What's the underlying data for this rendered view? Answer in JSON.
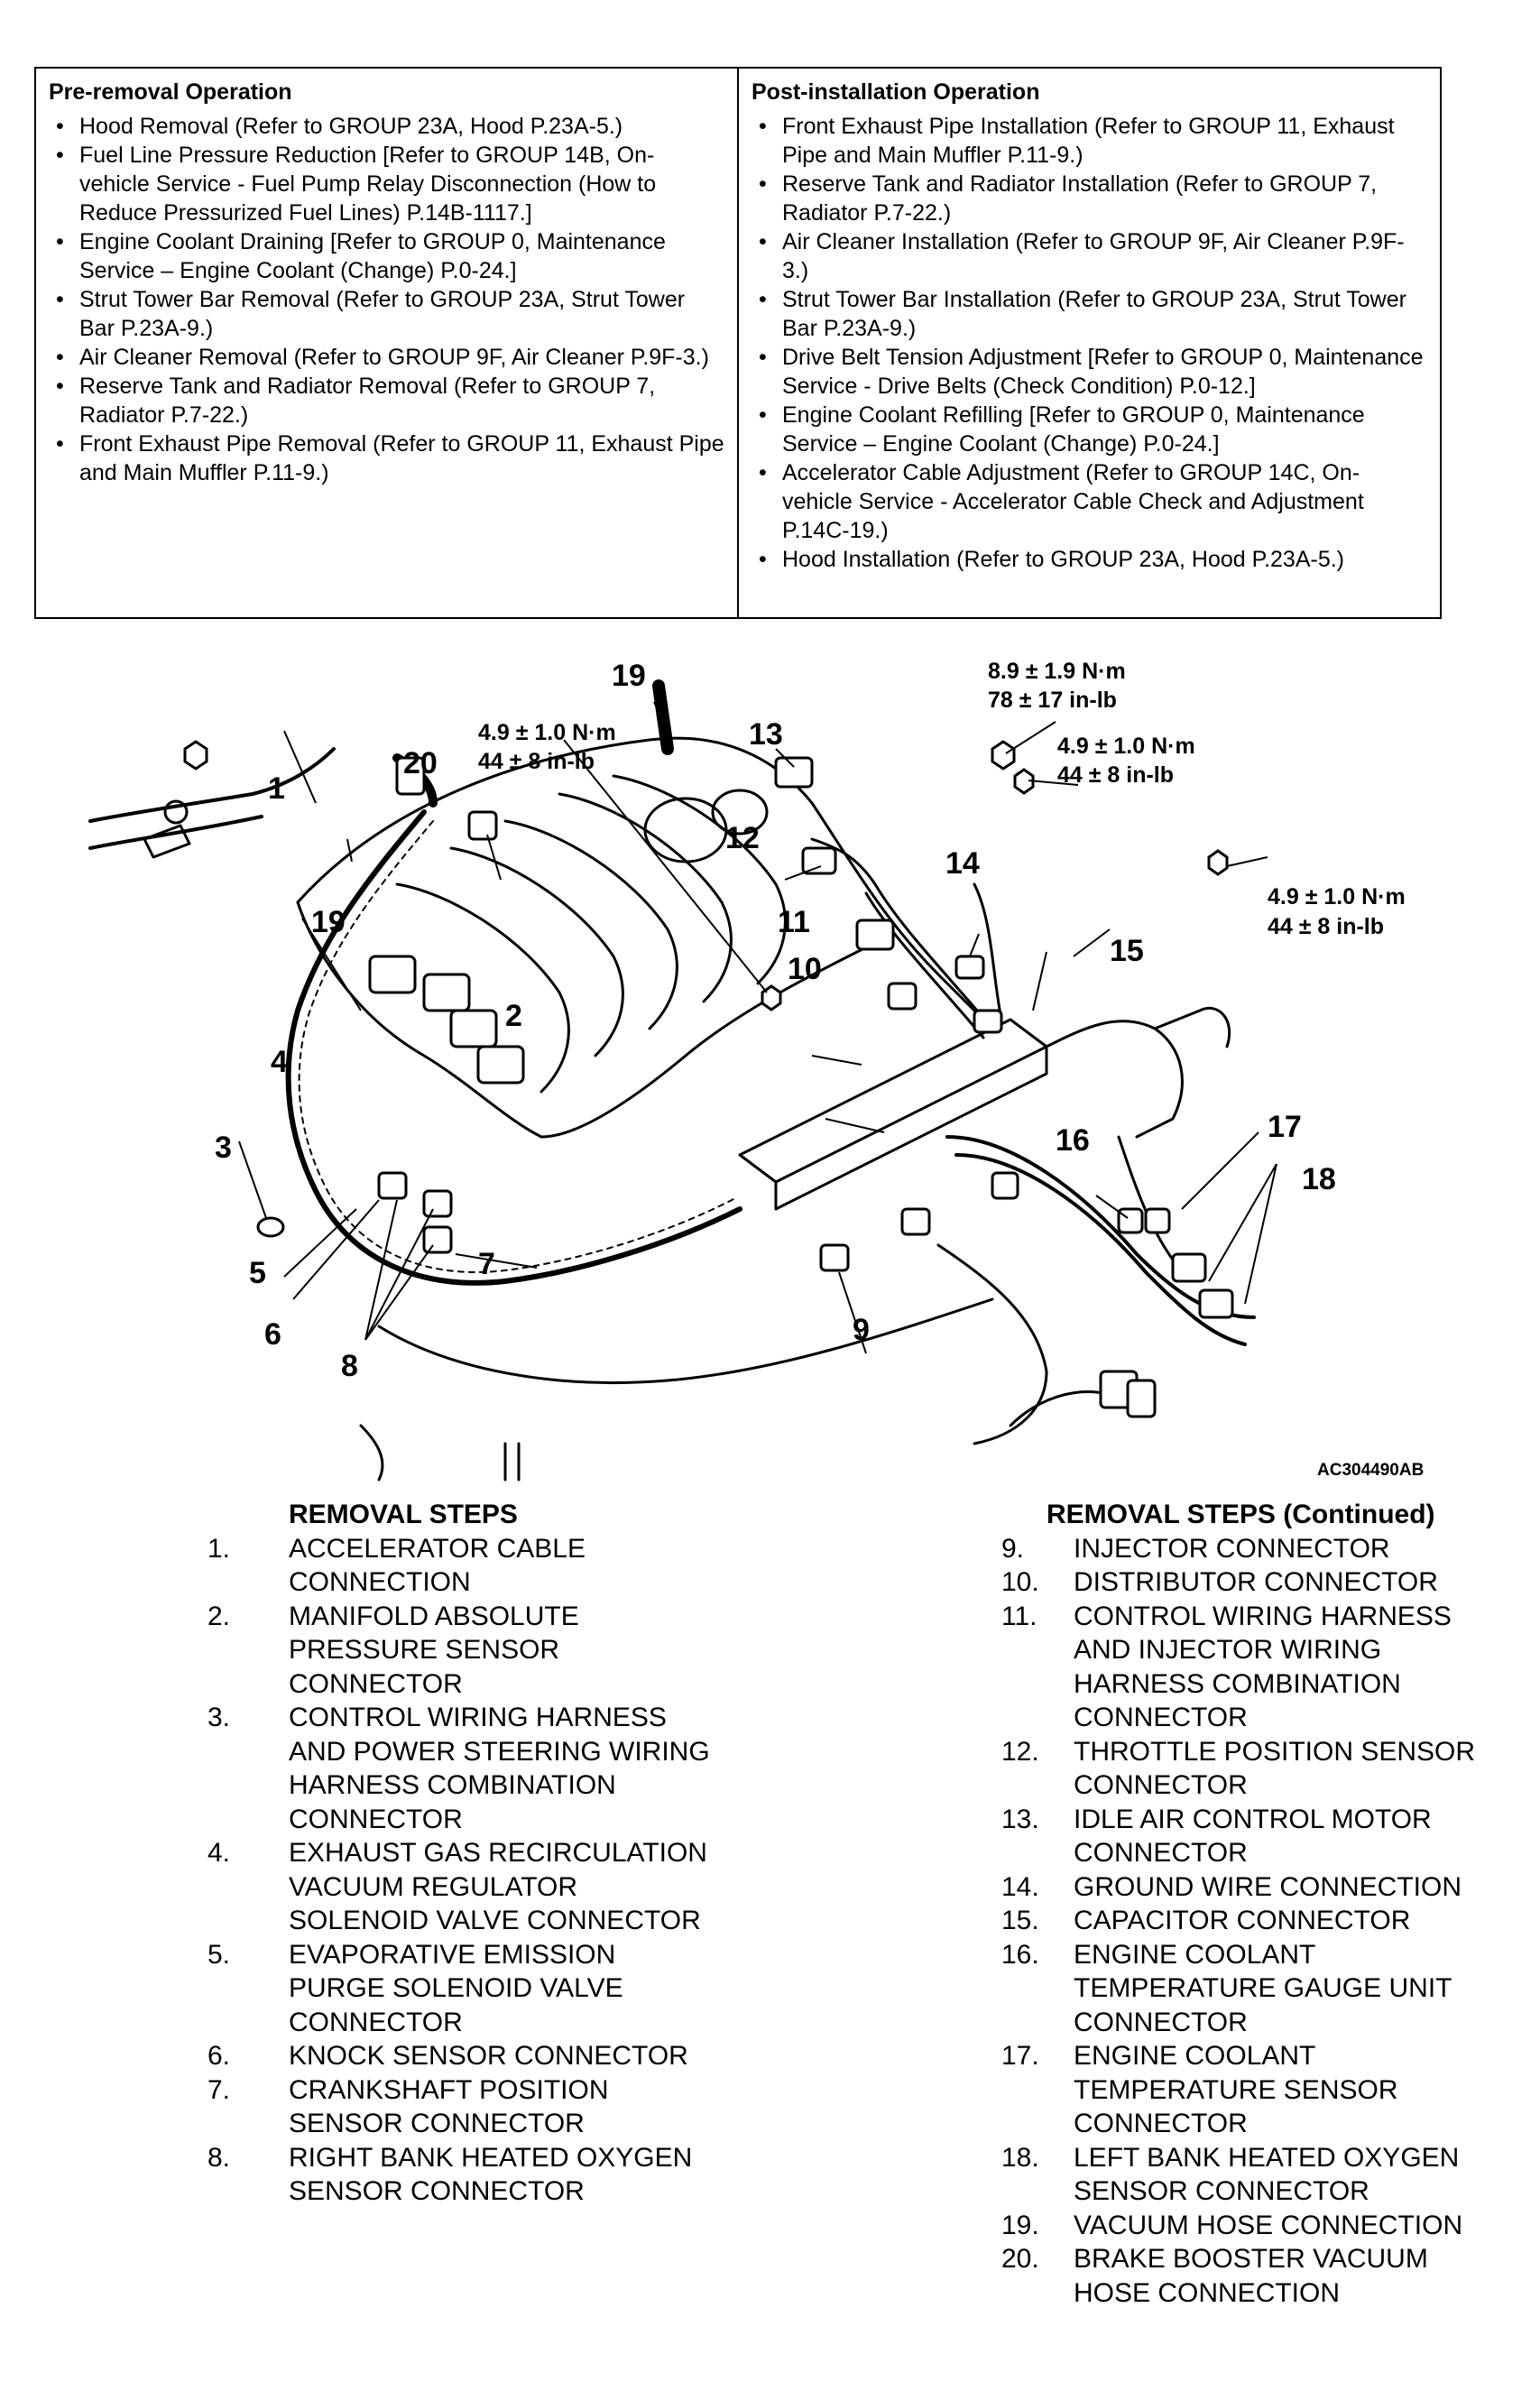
{
  "operations": {
    "pre": {
      "title": "Pre-removal Operation",
      "items": [
        "Hood Removal (Refer to GROUP 23A, Hood P.23A-5.)",
        "Fuel Line Pressure Reduction [Refer to GROUP 14B, On-vehicle Service - Fuel Pump Relay Disconnection (How to Reduce Pressurized Fuel Lines) P.14B-1117.]",
        "Engine Coolant Draining [Refer to GROUP 0, Maintenance Service – Engine Coolant (Change) P.0-24.]",
        "Strut Tower Bar Removal (Refer to GROUP 23A, Strut Tower Bar P.23A-9.)",
        "Air Cleaner Removal (Refer to GROUP 9F, Air Cleaner P.9F-3.)",
        "Reserve Tank and Radiator Removal (Refer to GROUP 7, Radiator P.7-22.)",
        "Front Exhaust Pipe Removal (Refer to GROUP 11, Exhaust Pipe and Main Muffler P.11-9.)"
      ]
    },
    "post": {
      "title": "Post-installation Operation",
      "items": [
        "Front Exhaust Pipe Installation (Refer to GROUP 11, Exhaust Pipe and Main Muffler P.11-9.)",
        "Reserve Tank and Radiator Installation (Refer to GROUP 7, Radiator P.7-22.)",
        "Air Cleaner Installation (Refer to GROUP 9F, Air Cleaner P.9F-3.)",
        "Strut Tower Bar Installation (Refer to GROUP 23A, Strut Tower Bar P.23A-9.)",
        "Drive Belt Tension Adjustment [Refer to GROUP 0, Maintenance Service - Drive Belts (Check Condition) P.0-12.]",
        "Engine Coolant Refilling [Refer to GROUP 0, Maintenance Service – Engine Coolant (Change) P.0-24.]",
        "Accelerator Cable Adjustment (Refer to GROUP 14C, On-vehicle Service - Accelerator Cable Check and Adjustment P.14C-19.)",
        "Hood Installation (Refer to GROUP 23A, Hood P.23A-5.)"
      ]
    }
  },
  "diagram": {
    "callouts": [
      "1",
      "2",
      "3",
      "4",
      "5",
      "6",
      "7",
      "8",
      "9",
      "10",
      "11",
      "12",
      "13",
      "14",
      "15",
      "16",
      "17",
      "18",
      "19",
      "19",
      "20"
    ],
    "torques": [
      {
        "nm": "4.9 ± 1.0 N·m",
        "inlb": "44 ± 8 in-lb"
      },
      {
        "nm": "8.9 ± 1.9 N·m",
        "inlb": "78 ± 17 in-lb"
      },
      {
        "nm": "4.9 ± 1.0 N·m",
        "inlb": "44 ± 8 in-lb"
      },
      {
        "nm": "4.9 ± 1.0 N·m",
        "inlb": "44 ± 8 in-lb"
      }
    ],
    "art_code": "AC304490AB"
  },
  "removal_steps": {
    "title": "REMOVAL STEPS",
    "title_continued": "REMOVAL STEPS (Continued)",
    "left": [
      {
        "num": "1.",
        "lines": [
          "ACCELERATOR CABLE",
          "CONNECTION"
        ]
      },
      {
        "num": "2.",
        "lines": [
          "MANIFOLD ABSOLUTE",
          "PRESSURE SENSOR",
          "CONNECTOR"
        ]
      },
      {
        "num": "3.",
        "lines": [
          "CONTROL WIRING HARNESS",
          "AND POWER STEERING WIRING",
          "HARNESS COMBINATION",
          "CONNECTOR"
        ]
      },
      {
        "num": "4.",
        "lines": [
          "EXHAUST GAS RECIRCULATION",
          "VACUUM REGULATOR",
          "SOLENOID VALVE CONNECTOR"
        ]
      },
      {
        "num": "5.",
        "lines": [
          "EVAPORATIVE EMISSION",
          "PURGE SOLENOID VALVE",
          "CONNECTOR"
        ]
      },
      {
        "num": "6.",
        "lines": [
          "KNOCK SENSOR CONNECTOR"
        ]
      },
      {
        "num": "7.",
        "lines": [
          "CRANKSHAFT POSITION",
          "SENSOR CONNECTOR"
        ]
      },
      {
        "num": "8.",
        "lines": [
          "RIGHT BANK HEATED OXYGEN",
          "SENSOR CONNECTOR"
        ]
      }
    ],
    "right": [
      {
        "num": "9.",
        "lines": [
          "INJECTOR CONNECTOR"
        ]
      },
      {
        "num": "10.",
        "lines": [
          "DISTRIBUTOR CONNECTOR"
        ]
      },
      {
        "num": "11.",
        "lines": [
          "CONTROL WIRING HARNESS",
          "AND INJECTOR WIRING",
          "HARNESS COMBINATION",
          "CONNECTOR"
        ]
      },
      {
        "num": "12.",
        "lines": [
          "THROTTLE POSITION SENSOR",
          "CONNECTOR"
        ]
      },
      {
        "num": "13.",
        "lines": [
          "IDLE AIR CONTROL MOTOR",
          "CONNECTOR"
        ]
      },
      {
        "num": "14.",
        "lines": [
          "GROUND WIRE CONNECTION"
        ]
      },
      {
        "num": "15.",
        "lines": [
          "CAPACITOR CONNECTOR"
        ]
      },
      {
        "num": "16.",
        "lines": [
          "ENGINE COOLANT",
          "TEMPERATURE GAUGE UNIT",
          "CONNECTOR"
        ]
      },
      {
        "num": "17.",
        "lines": [
          "ENGINE COOLANT",
          "TEMPERATURE SENSOR",
          "CONNECTOR"
        ]
      },
      {
        "num": "18.",
        "lines": [
          "LEFT BANK HEATED OXYGEN",
          "SENSOR CONNECTOR"
        ]
      },
      {
        "num": "19.",
        "lines": [
          "VACUUM HOSE CONNECTION"
        ]
      },
      {
        "num": "20.",
        "lines": [
          "BRAKE BOOSTER VACUUM",
          "HOSE CONNECTION"
        ]
      }
    ]
  }
}
